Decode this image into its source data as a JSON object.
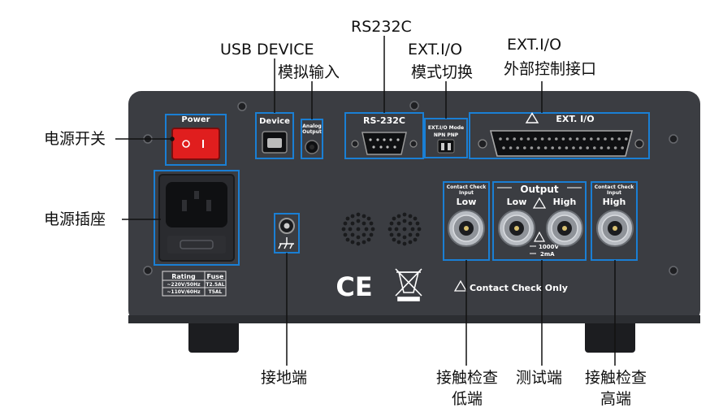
{
  "callouts": {
    "rs232c": "RS232C",
    "usb_device": "USB DEVICE",
    "analog_input": "模拟输入",
    "extio_mode_line1": "EXT.I/O",
    "extio_mode_line2": "模式切换",
    "extio_port_line1": "EXT.I/O",
    "extio_port_line2": "外部控制接口",
    "power_switch": "电源开关",
    "power_socket": "电源插座",
    "ground": "接地端",
    "contact_low_line1": "接触检查",
    "contact_low_line2": "低端",
    "test_terminal": "测试端",
    "contact_high_line1": "接触检查",
    "contact_high_line2": "高端"
  },
  "panel": {
    "power": "Power",
    "device": "Device",
    "analog_line1": "Analog",
    "analog_line2": "Output",
    "rs232c": "RS-232C",
    "extio_mode": "EXT.I/O Mode",
    "npn_pnp": "NPN  PNP",
    "ext_io": "EXT. I/O",
    "contact_check_input": "Contact Check",
    "input": "Input",
    "low": "Low",
    "high": "High",
    "output": "Output",
    "v1000": "1000V",
    "ma2": "2mA",
    "contact_check_only": "Contact Check Only",
    "rating": "Rating",
    "fuse": "Fuse",
    "rating_1": "~220V/50Hz",
    "fuse_1": "T2.5AL",
    "rating_2": "~110V/60Hz",
    "fuse_2": "T5AL",
    "ce": "CE"
  },
  "colors": {
    "panel": "#3b3d42",
    "highlight": "#1a7fd4",
    "power_switch": "#e01e1e"
  }
}
